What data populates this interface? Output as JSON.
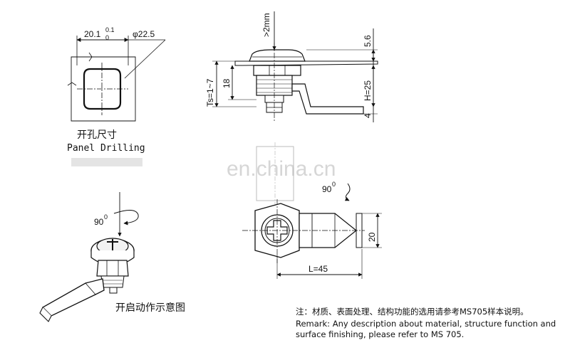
{
  "panel_drilling": {
    "dim_width": "20.1",
    "dim_width_tol_upper": "0.1",
    "dim_width_tol_lower": "0",
    "dim_diameter": "φ22.5",
    "label_cn": "开孔尺寸",
    "label_en": "Panel Drilling"
  },
  "side_view": {
    "dim_gap": ">2mm",
    "dim_top": "5.6",
    "dim_h": "H=25",
    "dim_bottom": "4",
    "dim_ts": "Ts=1~7",
    "dim_18": "18"
  },
  "front_view": {
    "rotation": "90",
    "rotation_sup": "0",
    "dim_l": "L=45",
    "dim_20": "20"
  },
  "iso_view": {
    "rotation": "90",
    "rotation_sup": "0",
    "label_cn": "开启动作示意图"
  },
  "watermark": "en.china.cn",
  "remark": {
    "cn": "注：材质、表面处理、结构功能的选用请参考MS705样本说明。",
    "en_line1": "Remark: Any description about material, structure function and",
    "en_line2": "surface finishing, please refer to MS 705."
  }
}
